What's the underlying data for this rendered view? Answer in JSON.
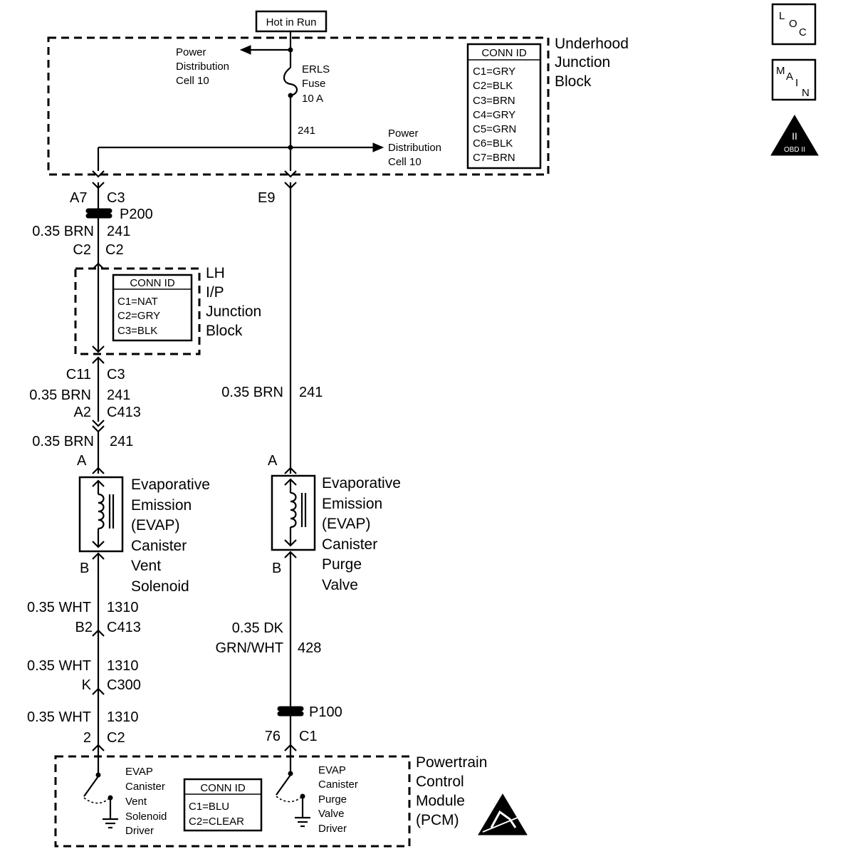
{
  "hot_in_run": "Hot in Run",
  "underhood": {
    "title": [
      "Underhood",
      "Junction",
      "Block"
    ],
    "conn_id_title": "CONN ID",
    "conn_ids": [
      "C1=GRY",
      "C2=BLK",
      "C3=BRN",
      "C4=GRY",
      "C5=GRN",
      "C6=BLK",
      "C7=BRN"
    ],
    "power_left": [
      "Power",
      "Distribution",
      "Cell 10"
    ],
    "power_right": [
      "Power",
      "Distribution",
      "Cell 10"
    ],
    "fuse": [
      "ERLS",
      "Fuse",
      "10 A"
    ],
    "circuit": "241"
  },
  "icons": {
    "loc": [
      "L",
      "O",
      "C"
    ],
    "main": [
      "M",
      "A",
      "I",
      "N"
    ],
    "obd": [
      "II",
      "OBD II"
    ]
  },
  "left_branch": {
    "a7": "A7",
    "c3_top": "C3",
    "p200": "P200",
    "wire1_color": "0.35 BRN",
    "wire1_circuit": "241",
    "c2_left": "C2",
    "c2_right": "C2",
    "c11": "C11",
    "c3_mid": "C3",
    "wire2_color": "0.35 BRN",
    "wire2_circuit": "241",
    "a2": "A2",
    "c413_top": "C413",
    "wire3_color": "0.35 BRN",
    "wire3_circuit": "241",
    "pin_a": "A",
    "pin_b": "B",
    "wire4_color": "0.35 WHT",
    "wire4_circuit": "1310",
    "b2": "B2",
    "c413_bottom": "C413",
    "wire5_color": "0.35 WHT",
    "wire5_circuit": "1310",
    "k": "K",
    "c300": "C300",
    "wire6_color": "0.35 WHT",
    "wire6_circuit": "1310",
    "pin_2": "2",
    "c2_bottom": "C2"
  },
  "lh_ip": {
    "title": [
      "LH",
      "I/P",
      "Junction",
      "Block"
    ],
    "conn_id_title": "CONN ID",
    "conn_ids": [
      "C1=NAT",
      "C2=GRY",
      "C3=BLK"
    ]
  },
  "right_branch": {
    "e9": "E9",
    "wire1_color": "0.35 BRN",
    "wire1_circuit": "241",
    "pin_a": "A",
    "pin_b": "B",
    "wire2_color": [
      "0.35 DK",
      "GRN/WHT"
    ],
    "wire2_circuit": "428",
    "p100": "P100",
    "pin_76": "76",
    "c1": "C1"
  },
  "vent_solenoid": [
    "Evaporative",
    "Emission",
    "(EVAP)",
    "Canister",
    "Vent",
    "Solenoid"
  ],
  "purge_valve": [
    "Evaporative",
    "Emission",
    "(EVAP)",
    "Canister",
    "Purge",
    "Valve"
  ],
  "pcm": {
    "title": [
      "Powertrain",
      "Control",
      "Module",
      "(PCM)"
    ],
    "conn_id_title": "CONN ID",
    "conn_ids": [
      "C1=BLU",
      "C2=CLEAR"
    ],
    "vent_driver": [
      "EVAP",
      "Canister",
      "Vent",
      "Solenoid",
      "Driver"
    ],
    "purge_driver": [
      "EVAP",
      "Canister",
      "Purge",
      "Valve",
      "Driver"
    ]
  }
}
